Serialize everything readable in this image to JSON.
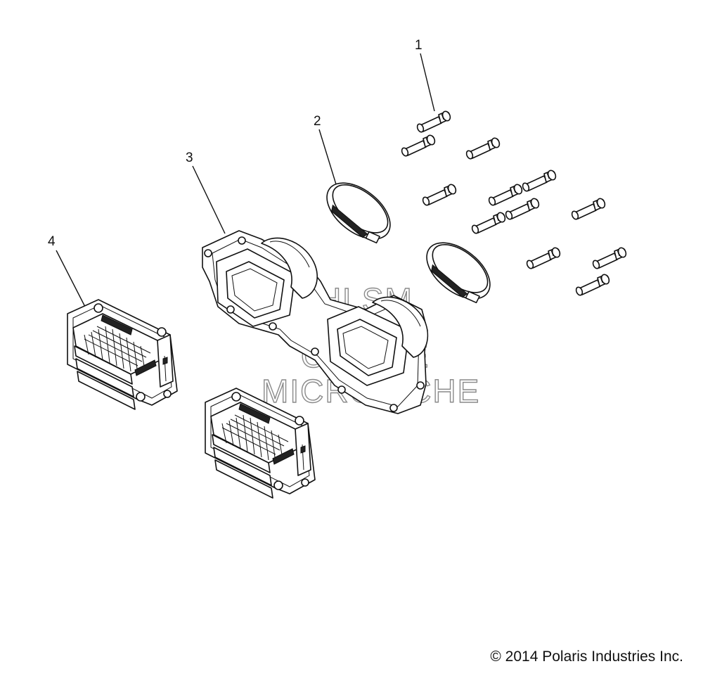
{
  "callouts": [
    "1",
    "2",
    "3",
    "4"
  ],
  "watermark": {
    "line1": "HLSM",
    "line2": "ONLINE",
    "line3": "MICROFICHE"
  },
  "copyright": "© 2014 Polaris Industries Inc."
}
